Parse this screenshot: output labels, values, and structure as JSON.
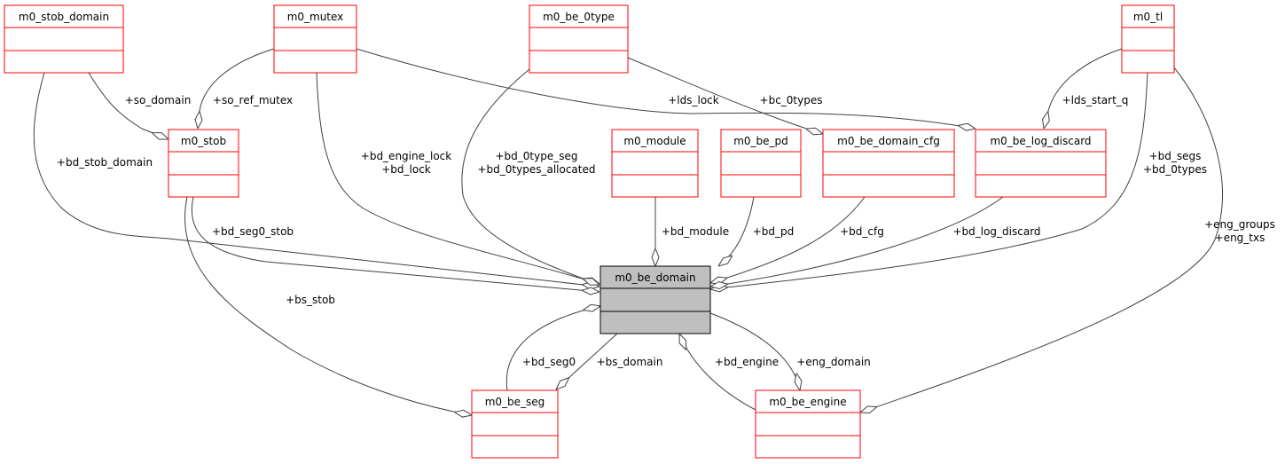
{
  "nodes": {
    "stob_domain": "m0_stob_domain",
    "mutex": "m0_mutex",
    "be_0type": "m0_be_0type",
    "tl": "m0_tl",
    "stob": "m0_stob",
    "module": "m0_module",
    "be_pd": "m0_be_pd",
    "be_domain_cfg": "m0_be_domain_cfg",
    "be_log_discard": "m0_be_log_discard",
    "be_domain": "m0_be_domain",
    "be_seg": "m0_be_seg",
    "be_engine": "m0_be_engine"
  },
  "edges": {
    "bd_stob_domain": "+bd_stob_domain",
    "so_domain": "+so_domain",
    "so_ref_mutex": "+so_ref_mutex",
    "bd_engine_lock": "+bd_engine_lock",
    "bd_lock": "+bd_lock",
    "lds_lock": "+lds_lock",
    "bd_0type_seg": "+bd_0type_seg",
    "bd_0types_allocated": "+bd_0types_allocated",
    "bc_0types": "+bc_0types",
    "lds_start_q": "+lds_start_q",
    "bd_segs": "+bd_segs",
    "bd_0types": "+bd_0types",
    "eng_groups": "+eng_groups",
    "eng_txs": "+eng_txs",
    "bd_seg0_stob": "+bd_seg0_stob",
    "bs_stob": "+bs_stob",
    "bd_module": "+bd_module",
    "bd_pd": "+bd_pd",
    "bd_cfg": "+bd_cfg",
    "bd_log_discard": "+bd_log_discard",
    "bd_seg0": "+bd_seg0",
    "bs_domain": "+bs_domain",
    "bd_engine": "+bd_engine",
    "eng_domain": "+eng_domain"
  },
  "colors": {
    "node_border": "#ff0000",
    "focus_fill": "#bfbfbf",
    "edge": "#404040"
  }
}
